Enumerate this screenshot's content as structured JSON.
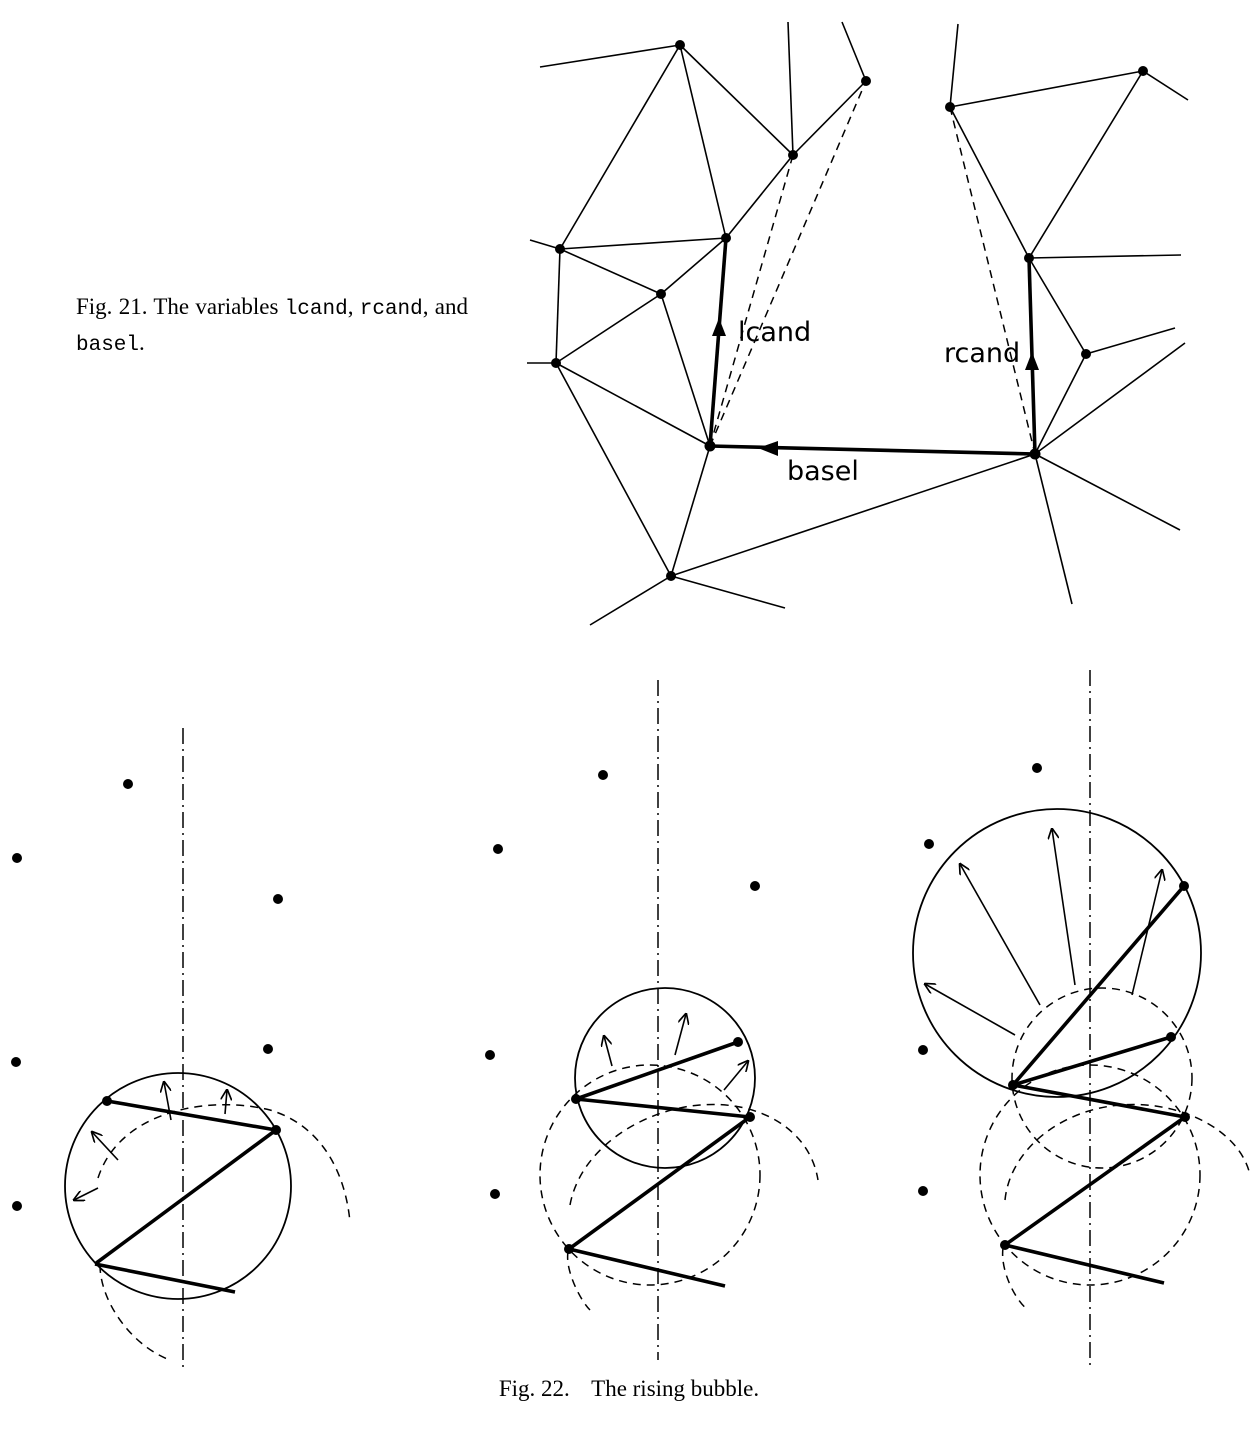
{
  "fig21": {
    "label": "Fig. 21.",
    "text_before": "The variables ",
    "var_lcand": "lcand",
    "sep1": ", ",
    "var_rcand": "rcand",
    "sep2": ", and ",
    "var_basel": "basel",
    "text_after": ".",
    "annotations": {
      "lcand": "lcand",
      "rcand": "rcand",
      "basel": "basel"
    }
  },
  "fig22": {
    "label": "Fig. 22.",
    "caption": "The rising bubble."
  }
}
